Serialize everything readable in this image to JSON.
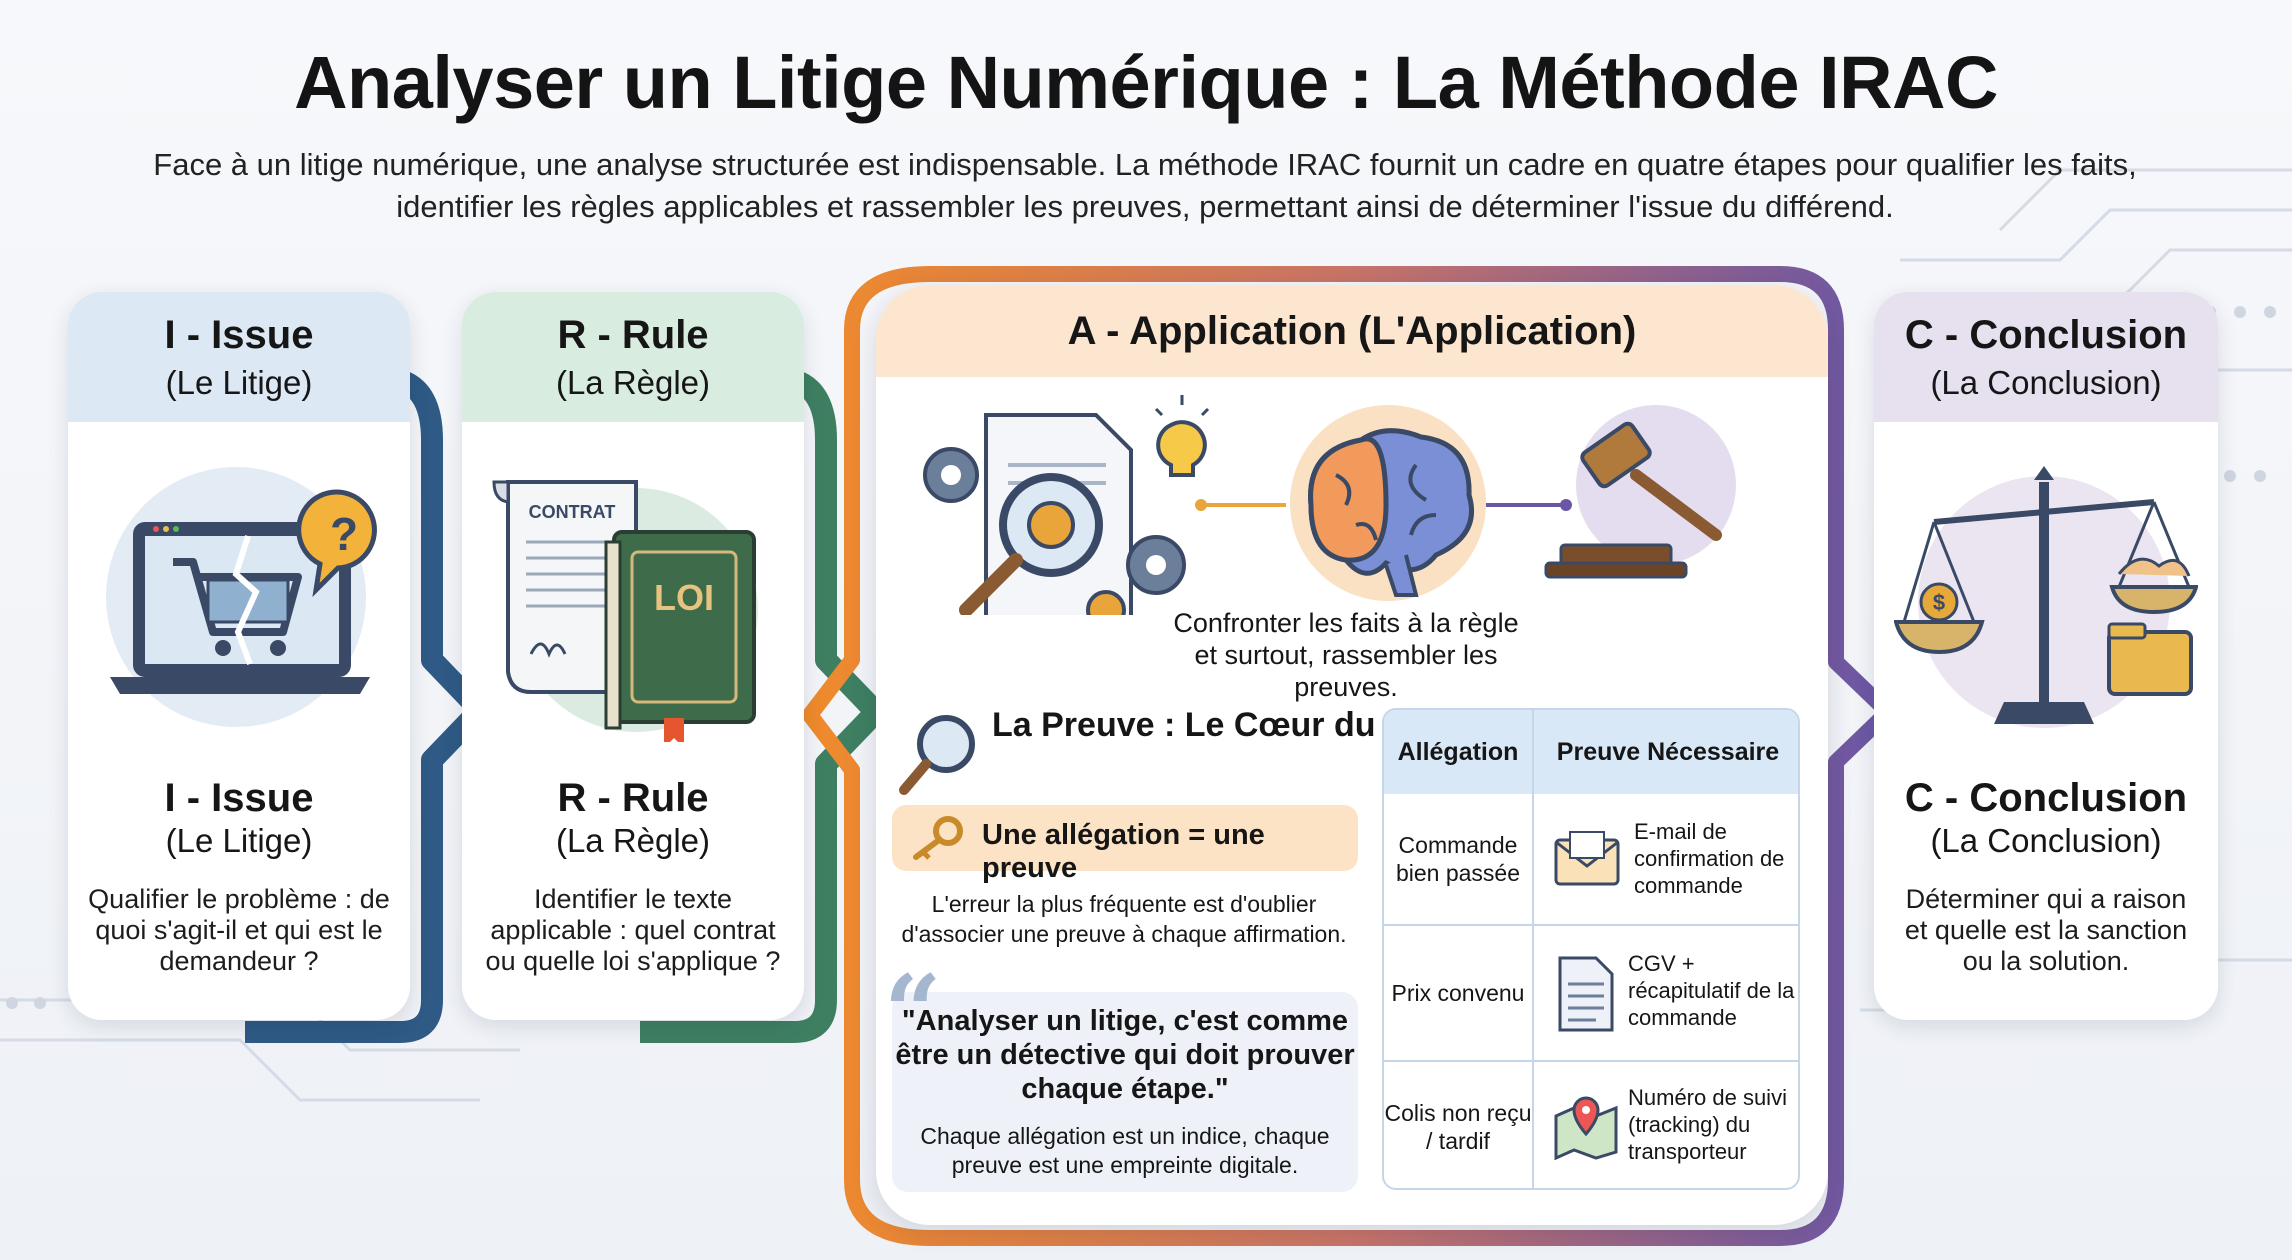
{
  "title": "Analyser un Litige Numérique : La Méthode IRAC",
  "intro": "Face à un litige numérique, une analyse structurée est indispensable. La méthode IRAC fournit un cadre en quatre étapes pour qualifier les faits, identifier les règles applicables et rassembler les preuves, permettant ainsi de déterminer l'issue du différend.",
  "colors": {
    "issue": "#2e5a85",
    "rule": "#3e7f62",
    "application": "#ef8a2c",
    "conclusion": "#6a56a6"
  },
  "steps": [
    {
      "head_title": "I - Issue",
      "head_sub": "(Le Litige)",
      "title": "I - Issue",
      "sub": "(Le Litige)",
      "desc": "Qualifier le problème : de quoi s'agit-il et qui est le demandeur ?",
      "icon": "broken-laptop-cart-icon"
    },
    {
      "head_title": "R - Rule",
      "head_sub": "(La Règle)",
      "title": "R - Rule",
      "sub": "(La Règle)",
      "desc": "Identifier le texte applicable : quel contrat ou quelle loi s'applique ?",
      "icon": "contract-law-book-icon",
      "contract_label": "CONTRAT",
      "book_label": "LOI"
    },
    {
      "head_title": "C - Conclusion",
      "head_sub": "(La Conclusion)",
      "title": "C - Conclusion",
      "sub": "(La Conclusion)",
      "desc": "Déterminer qui a raison et quelle est la sanction ou la solution.",
      "icon": "justice-scale-icon"
    }
  ],
  "application": {
    "header": "A - Application (L'Application)",
    "confront": "Confronter les faits à la règle et surtout, rassembler les preuves.",
    "proof_title": "La Preuve : Le Cœur du Raisonnement",
    "key_rule": "Une allégation = une preuve",
    "error_note": "L'erreur la plus fréquente est d'oublier d'associer une preuve à chaque affirmation.",
    "quote": "\"Analyser un litige, c'est comme être un détective qui doit prouver chaque étape.\"",
    "quote_sub": "Chaque allégation est un indice, chaque preuve est une empreinte digitale.",
    "table": {
      "headers": [
        "Allégation",
        "Preuve Nécessaire"
      ],
      "rows": [
        {
          "claim": "Commande bien passée",
          "proof": "E-mail de confirmation de commande",
          "icon": "envelope-icon"
        },
        {
          "claim": "Prix convenu",
          "proof": "CGV + récapitulatif de la commande",
          "icon": "document-icon"
        },
        {
          "claim": "Colis non reçu / tardif",
          "proof": "Numéro de suivi (tracking) du transporteur",
          "icon": "map-pin-icon"
        }
      ]
    }
  }
}
